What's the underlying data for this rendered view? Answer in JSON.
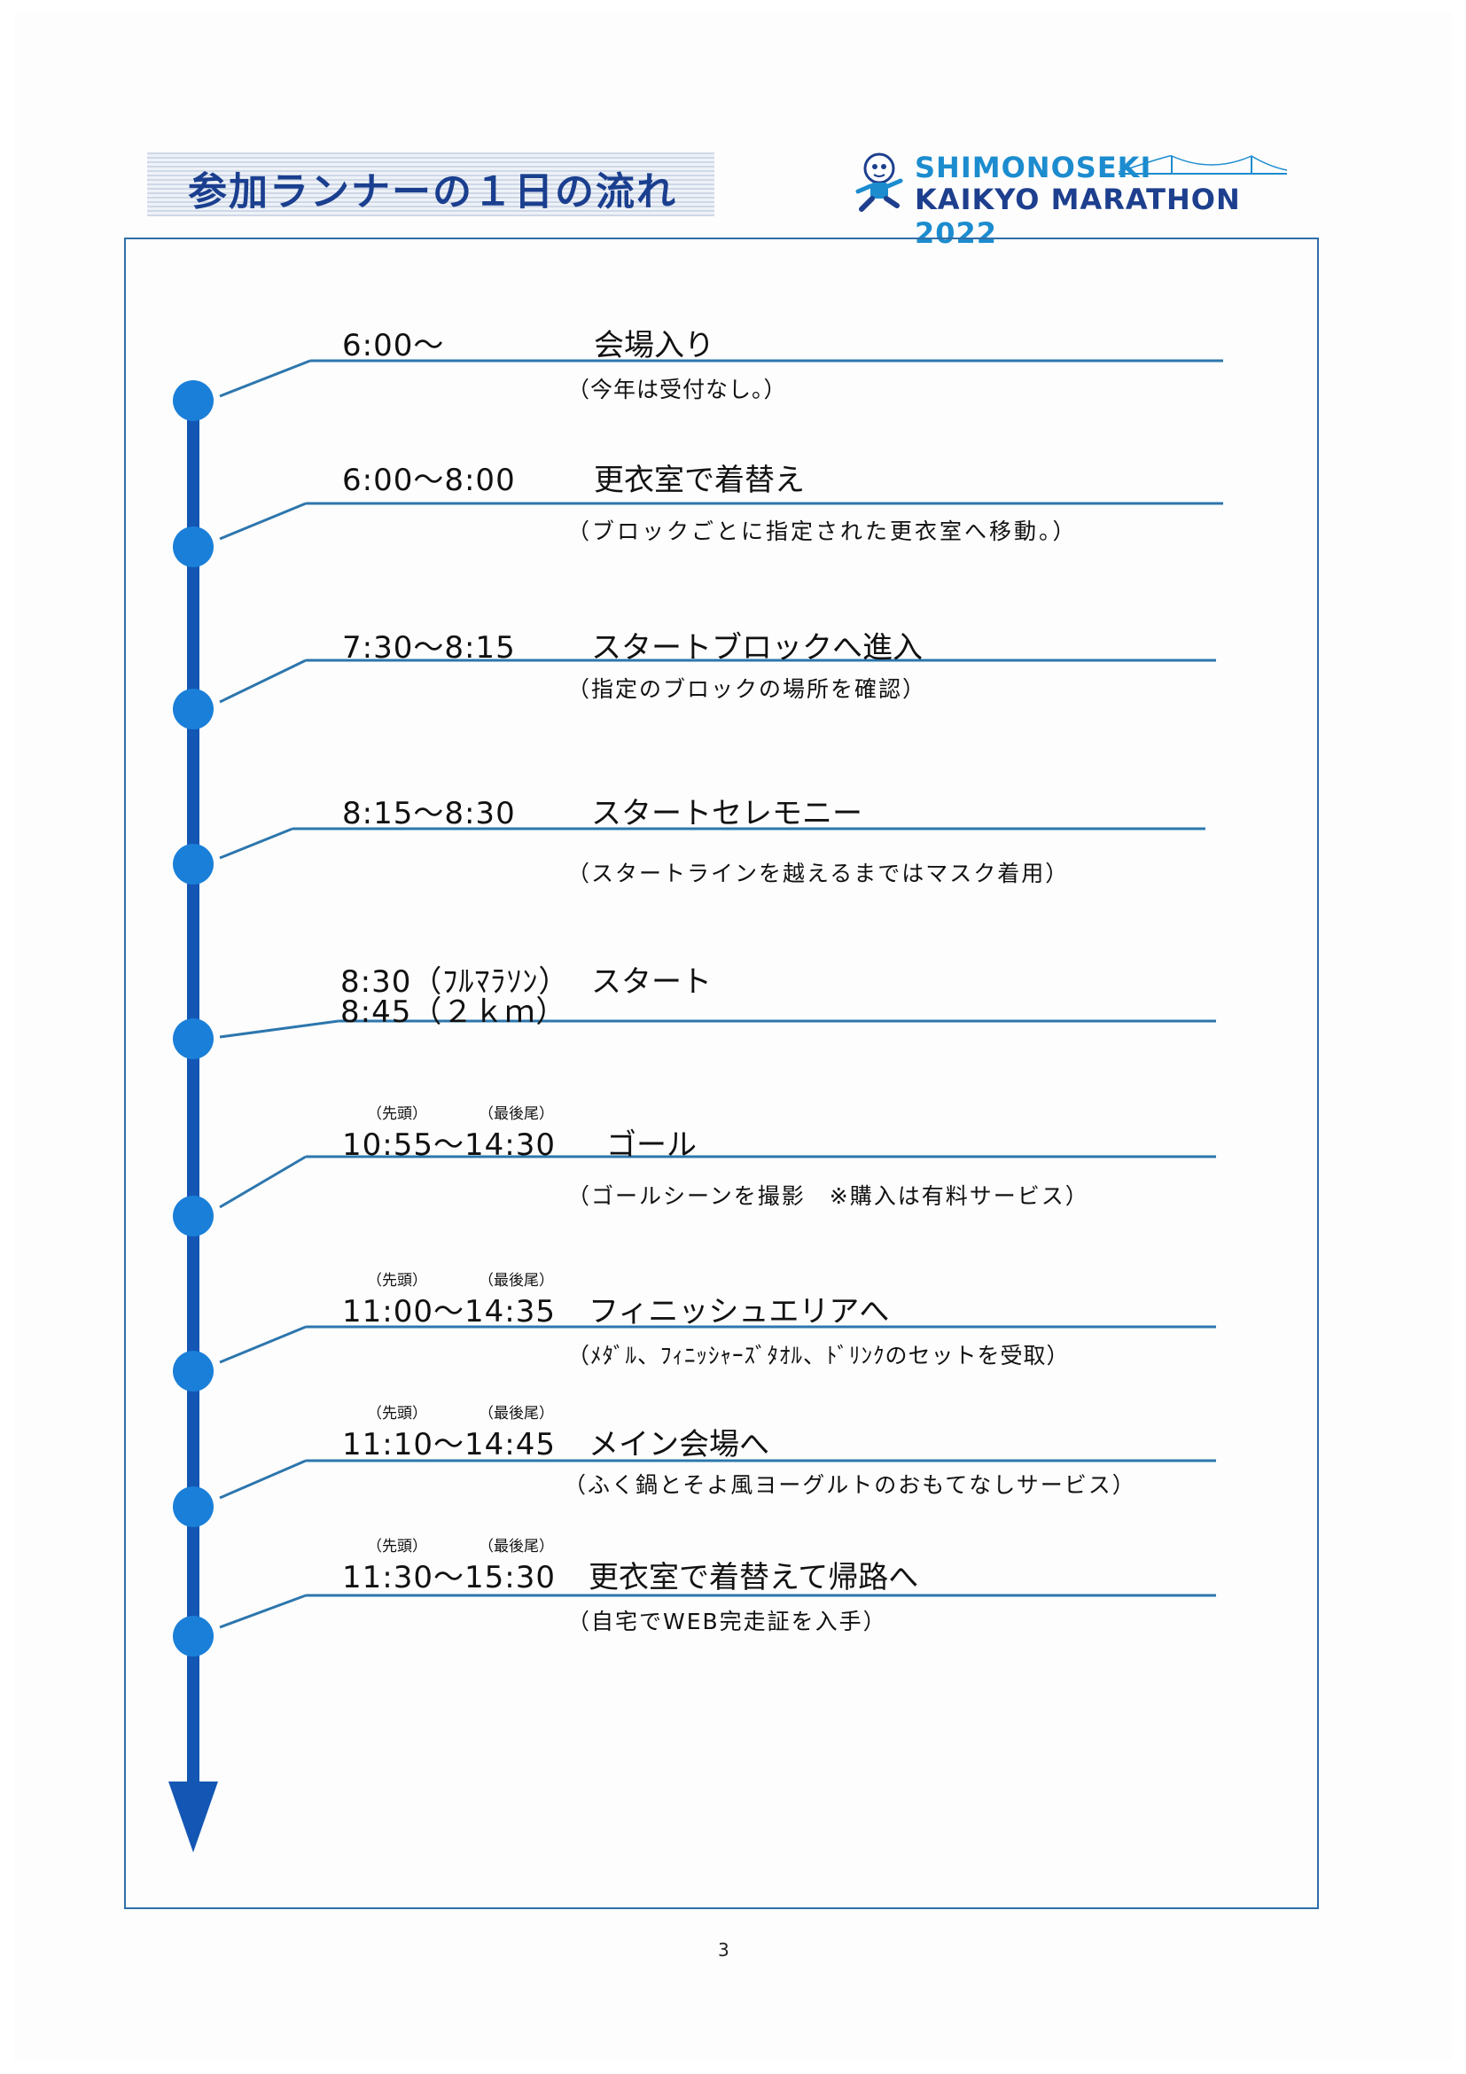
{
  "header": {
    "title": "参加ランナーの１日の流れ",
    "logo_line1": "SHIMONOSEKI",
    "logo_line2_text": "KAIKYO MARATHON ",
    "logo_year": "2022"
  },
  "colors": {
    "accent": "#1c8ccf",
    "navy": "#1d3f8e",
    "dot": "#1a7fd8",
    "axis": "#1356b4",
    "line": "#2d76ad"
  },
  "events": [
    {
      "time": "6:00～",
      "title": "会場入り",
      "note": "（今年は受付なし。）"
    },
    {
      "time": "6:00～8:00",
      "title": "更衣室で着替え",
      "note": "（ブロックごとに指定された更衣室へ移動。）"
    },
    {
      "time": "7:30～8:15",
      "title": "スタートブロックへ進入",
      "note": "（指定のブロックの場所を確認）"
    },
    {
      "time": "8:15～8:30",
      "title": "スタートセレモニー",
      "note": "（スタートラインを越えるまではマスク着用）"
    },
    {
      "time": "8:30（ﾌﾙﾏﾗｿﾝ）",
      "time2": "8:45（２ｋｍ）",
      "title": "スタート"
    },
    {
      "lead": "（先頭）",
      "last": "（最後尾）",
      "time": "10:55～14:30",
      "title": "ゴール",
      "note": "（ゴールシーンを撮影　※購入は有料サービス）"
    },
    {
      "lead": "（先頭）",
      "last": "（最後尾）",
      "time": "11:00～14:35",
      "title": "フィニッシュエリアへ",
      "note": "（ﾒﾀﾞﾙ、ﾌｨﾆｯｼｬｰｽﾞﾀｵﾙ、ﾄﾞﾘﾝｸのセットを受取）"
    },
    {
      "lead": "（先頭）",
      "last": "（最後尾）",
      "time": "11:10～14:45",
      "title": "メイン会場へ",
      "note": "（ふく鍋とそよ風ヨーグルトのおもてなしサービス）"
    },
    {
      "lead": "（先頭）",
      "last": "（最後尾）",
      "time": "11:30～15:30",
      "title": "更衣室で着替えて帰路へ",
      "note": "（自宅でWEB完走証を入手）"
    }
  ],
  "page_number": "3"
}
